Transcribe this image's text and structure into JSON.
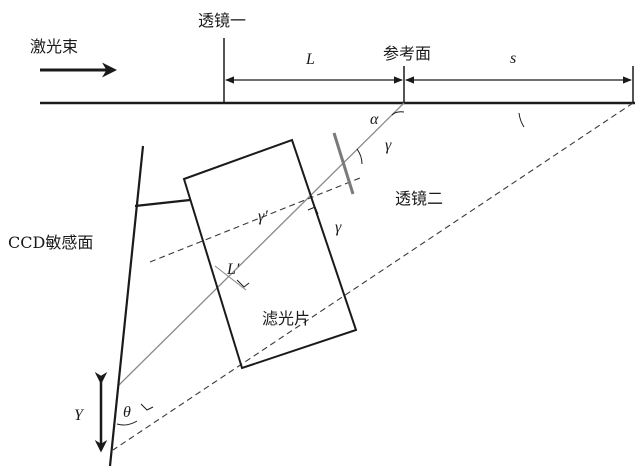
{
  "labels": {
    "laser_beam": "激光束",
    "lens_one": "透镜一",
    "reference_plane": "参考面",
    "lens_two": "透镜二",
    "ccd_surface": "CCD敏感面",
    "filter": "滤光片",
    "dist_L": "L",
    "dist_s": "s",
    "dist_L_prime": "L′",
    "dist_Y": "Y",
    "angle_alpha": "α",
    "angle_gamma_right": "γ",
    "angle_gamma_mid": "γ",
    "angle_gamma_prime": "γ′",
    "angle_theta": "θ"
  }
}
